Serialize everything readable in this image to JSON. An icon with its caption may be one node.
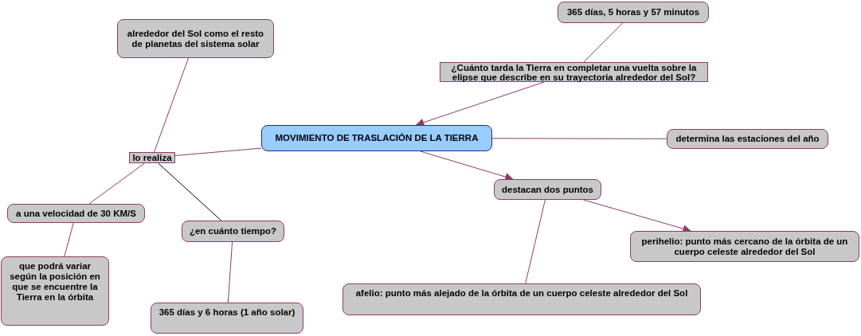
{
  "diagram": {
    "nodes": [
      {
        "text": [
          "MOVIMIENTO DE TRASLACIÓN DE LA TIERRA"
        ]
      },
      {
        "text": [
          "365 días, 5 horas y 57 minutos"
        ]
      },
      {
        "text": [
          "¿Cuánto tarda la Tierra en completar una vuelta sobre la elipse que describe en su trayectoria alrededor del Sol?"
        ]
      },
      {
        "text": [
          "alrededor del Sol como el resto de planetas del sistema solar"
        ]
      },
      {
        "text": [
          "lo realiza"
        ]
      },
      {
        "text": [
          "determina las estaciones del año"
        ]
      },
      {
        "text": [
          "destacan dos puntos"
        ]
      },
      {
        "text": [
          "a una velocidad de 30 KM/S"
        ]
      },
      {
        "text": [
          "¿en cuánto tiempo?"
        ]
      },
      {
        "text": [
          "que podrá variar según la posición en que se encuentre la Tierra en la órbita"
        ]
      },
      {
        "text": [
          "perihelio: punto más cercano de la órbita de un cuerpo celeste alrededor del Sol"
        ]
      },
      {
        "text": [
          "365 días y 6 horas (1 año solar)"
        ]
      },
      {
        "text": [
          "afelio: punto más alejado de la órbita de un cuerpo celeste alrededor del Sol"
        ]
      }
    ],
    "edges": [
      {
        "from": 1,
        "to": 2,
        "arrow": "none"
      },
      {
        "from": 2,
        "to": 0,
        "arrow": "to"
      },
      {
        "from": 0,
        "to": 4,
        "arrow": "none"
      },
      {
        "from": 4,
        "to": 3,
        "arrow": "none"
      },
      {
        "from": 4,
        "to": 7,
        "arrow": "none"
      },
      {
        "from": 4,
        "to": 8,
        "arrow": "none",
        "color": "#000000"
      },
      {
        "from": 0,
        "to": 6,
        "arrow": "to"
      },
      {
        "from": 0,
        "to": 5,
        "arrow": "none"
      },
      {
        "from": 6,
        "to": 10,
        "arrow": "to"
      },
      {
        "from": 6,
        "to": 12,
        "arrow": "none"
      },
      {
        "from": 7,
        "to": 9,
        "arrow": "none"
      },
      {
        "from": 8,
        "to": 11,
        "arrow": "none"
      }
    ]
  }
}
